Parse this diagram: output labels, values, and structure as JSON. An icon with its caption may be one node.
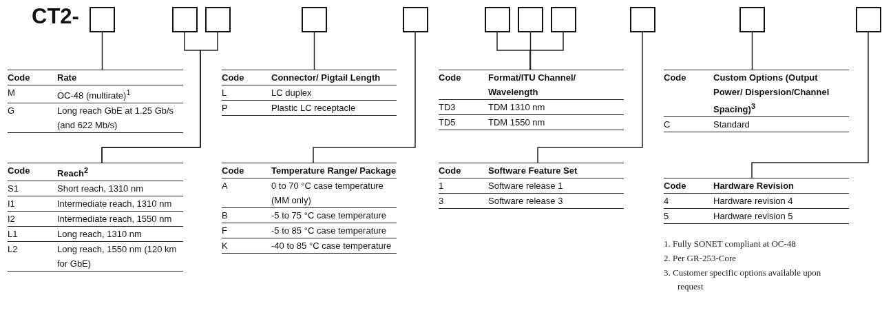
{
  "diagram": {
    "nodes": [
      {
        "text": [],
        "shape": "box"
      },
      {
        "text": [],
        "shape": "box"
      },
      {
        "text": [],
        "shape": "box"
      },
      {
        "text": [],
        "shape": "box"
      },
      {
        "text": [],
        "shape": "box"
      },
      {
        "text": [],
        "shape": "box"
      },
      {
        "text": [],
        "shape": "box"
      },
      {
        "text": [],
        "shape": "box"
      },
      {
        "text": [],
        "shape": "box"
      },
      {
        "text": [],
        "shape": "box"
      },
      {
        "text": [],
        "shape": "box"
      },
      {
        "text": [
          "Code",
          "Rate",
          "M",
          "OC-48 (multirate)$^{1}$",
          "G",
          "Long reach GbE at 1.25 Gb/s (and 622 Mb/s)"
        ]
      },
      {
        "text": [
          "Code",
          "Connector/ Pigtail Length",
          "L",
          "LC duplex",
          "P",
          "Plastic LC receptacle"
        ]
      },
      {
        "text": [
          "Code",
          "Format/ITU Channel/ Wavelength",
          "TD3",
          "TDM 1310 nm",
          "TD5",
          "TDM 1550 nm"
        ]
      },
      {
        "text": [
          "Code",
          "Custom Options (Output Power/ Dispersion/Channel Spacing)$^{3}$",
          "C",
          "Standard"
        ]
      },
      {
        "text": [
          "Code",
          "Reach$^{2}$",
          "S1",
          "Short reach, 1310 nm",
          "I1",
          "Intermediate reach, 1310 nm",
          "I2",
          "Intermediate reach, 1550 nm",
          "L1",
          "Long reach, 1310 nm",
          "L2",
          "Long reach, 1550 nm (120 km for GbE)"
        ]
      },
      {
        "text": [
          "Code",
          "Temperature Range/ Package",
          "A",
          "0 to 70 °C case temperature (MM only)",
          "B",
          "-5 to 75 °C case temperature",
          "F",
          "-5 to 85 °C case temperature",
          "K",
          "-40 to 85 °C case temperature"
        ]
      },
      {
        "text": [
          "Code",
          "Software Feature Set",
          "1",
          "Software release 1",
          "3",
          "Software release 3"
        ]
      },
      {
        "text": [
          "Code",
          "Hardware Revision",
          "4",
          "Hardware revision 4",
          "5",
          "Hardware revision 5"
        ]
      }
    ],
    "edges": [
      {
        "from": 0,
        "to": 11,
        "arrow": "none"
      },
      {
        "from": 1,
        "to": 15,
        "arrow": "none"
      },
      {
        "from": 2,
        "to": 15,
        "arrow": "none"
      },
      {
        "from": 3,
        "to": 12,
        "arrow": "none"
      },
      {
        "from": 4,
        "to": 16,
        "arrow": "none"
      },
      {
        "from": 5,
        "to": 13,
        "arrow": "none"
      },
      {
        "from": 6,
        "to": 13,
        "arrow": "none"
      },
      {
        "from": 7,
        "to": 13,
        "arrow": "none"
      },
      {
        "from": 8,
        "to": 17,
        "arrow": "none"
      },
      {
        "from": 9,
        "to": 14,
        "arrow": "none"
      },
      {
        "from": 10,
        "to": 18,
        "arrow": "none"
      }
    ],
    "labels": [
      "CT2-",
      "1. Fully SONET compliant at OC-48",
      "2. Per GR-253-Core",
      "3. Customer specific options available upon request"
    ]
  }
}
